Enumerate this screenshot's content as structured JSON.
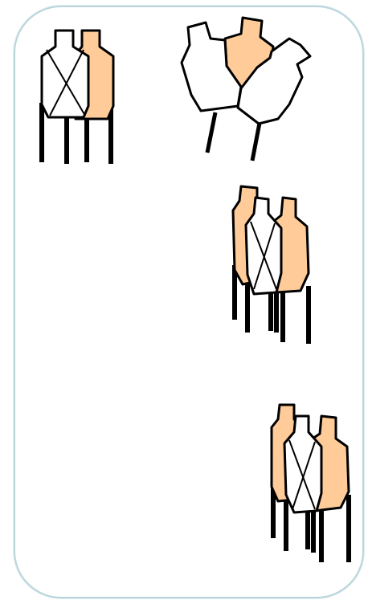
{
  "colors": {
    "threat_fill": "#ffffff",
    "no_shoot_fill": "#ffcc99",
    "outline": "#000000",
    "panel_border": "#b9d5dc"
  },
  "icons": [
    "target-cluster-top-left",
    "target-cluster-top-right",
    "target-cluster-middle",
    "target-cluster-bottom"
  ]
}
